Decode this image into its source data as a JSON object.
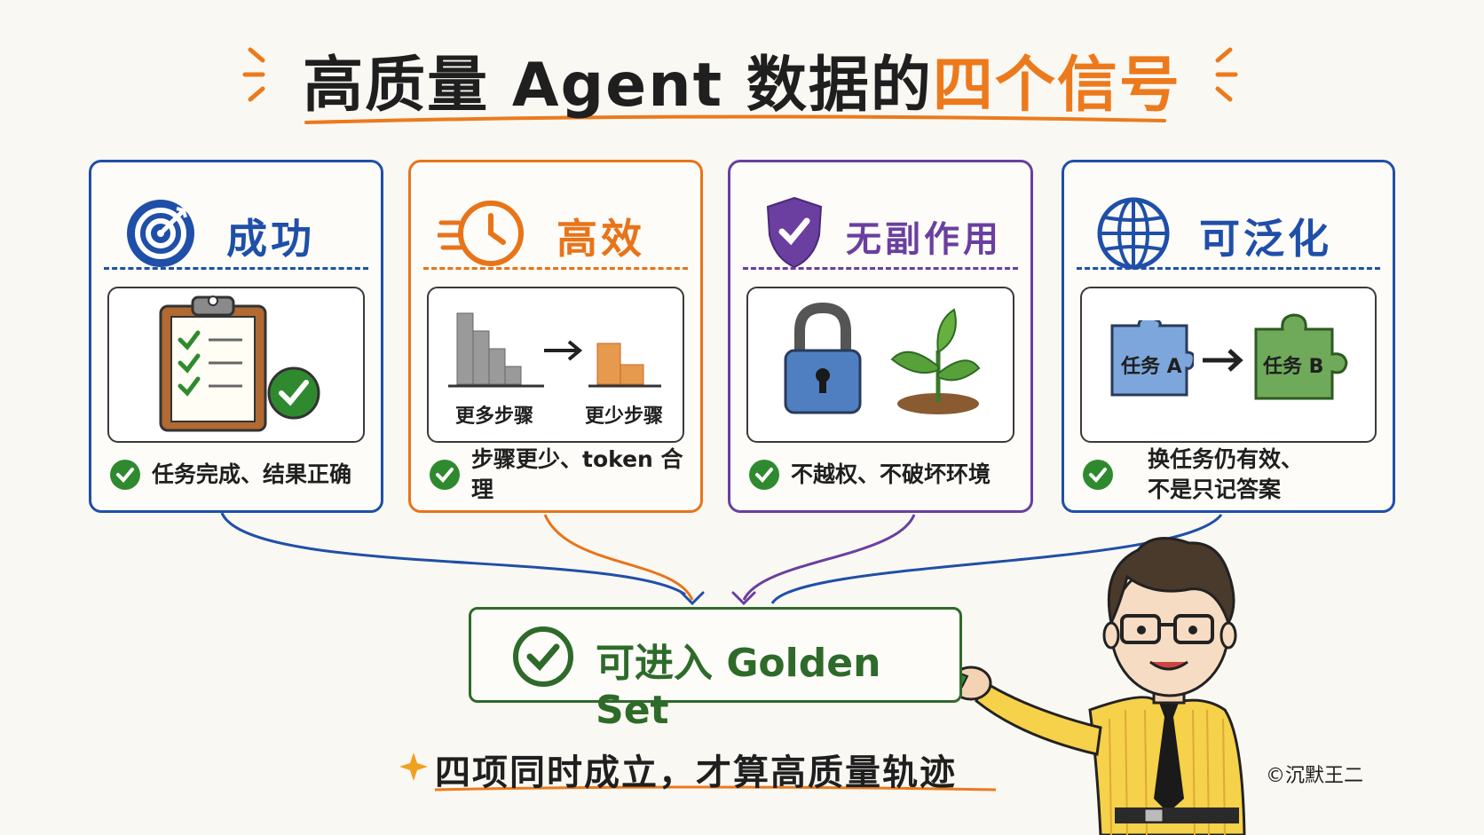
{
  "title": {
    "main": "高质量 Agent 数据的",
    "highlight": "四个信号"
  },
  "cards": [
    {
      "title": "成功",
      "icon": "target-icon",
      "color": "#1f4fa8",
      "foot": "任务完成、结果正确"
    },
    {
      "title": "高效",
      "icon": "clock-fast-icon",
      "color": "#e8741a",
      "foot": "步骤更少、token 合理",
      "labels": {
        "more": "更多步骤",
        "less": "更少步骤"
      }
    },
    {
      "title": "无副作用",
      "icon": "shield-check-icon",
      "color": "#6a3fa0",
      "foot": "不越权、不破坏环境"
    },
    {
      "title": "可泛化",
      "icon": "globe-icon",
      "color": "#1f4fa8",
      "foot_line1": "换任务仍有效、",
      "foot_line2": "不是只记答案",
      "puzzles": {
        "a": "任务 A",
        "b": "任务 B"
      }
    }
  ],
  "result": {
    "label": "可进入 Golden Set",
    "color": "#2e6a2a"
  },
  "bottom_note": "四项同时成立，才算高质量轨迹",
  "copyright": "©沉默王二",
  "colors": {
    "orange": "#ec7a1c",
    "blue": "#1f4fa8",
    "purple": "#6a3fa0",
    "green": "#2e6a2a",
    "check_green": "#2f8a2f"
  }
}
